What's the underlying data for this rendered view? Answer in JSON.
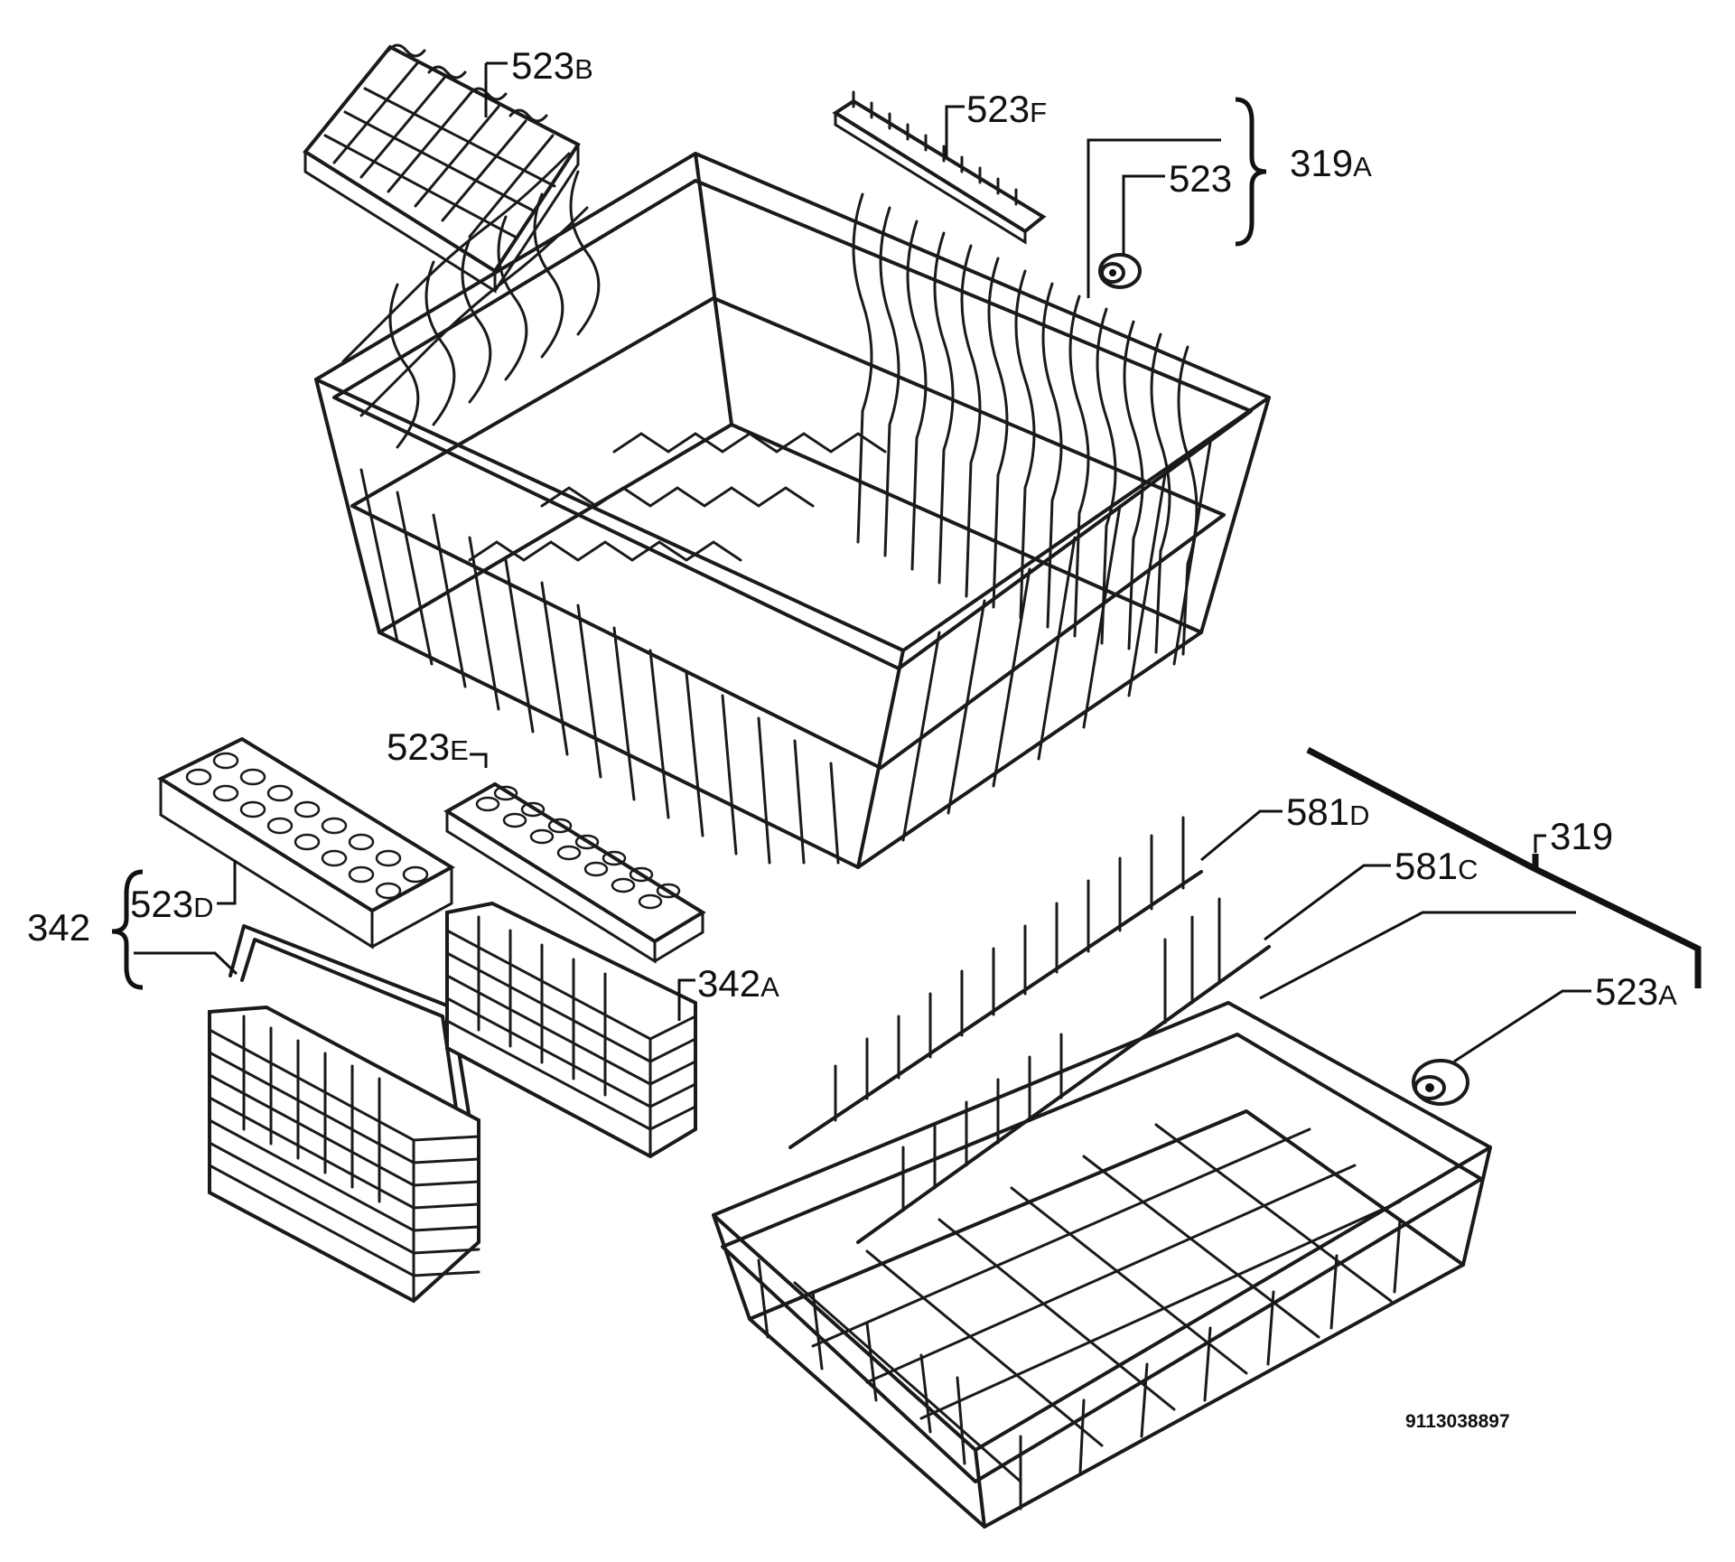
{
  "drawing_code": "9113038897",
  "callouts": {
    "c523b": {
      "num": "523",
      "suffix": "B"
    },
    "c523f": {
      "num": "523",
      "suffix": "F"
    },
    "c523": {
      "num": "523",
      "suffix": ""
    },
    "c319a": {
      "num": "319",
      "suffix": "A"
    },
    "c523e": {
      "num": "523",
      "suffix": "E"
    },
    "c581d": {
      "num": "581",
      "suffix": "D"
    },
    "c581c": {
      "num": "581",
      "suffix": "C"
    },
    "c319": {
      "num": "319",
      "suffix": ""
    },
    "c342": {
      "num": "342",
      "suffix": ""
    },
    "c523d": {
      "num": "523",
      "suffix": "D"
    },
    "c342a": {
      "num": "342",
      "suffix": "A"
    },
    "c523a": {
      "num": "523",
      "suffix": "A"
    }
  }
}
